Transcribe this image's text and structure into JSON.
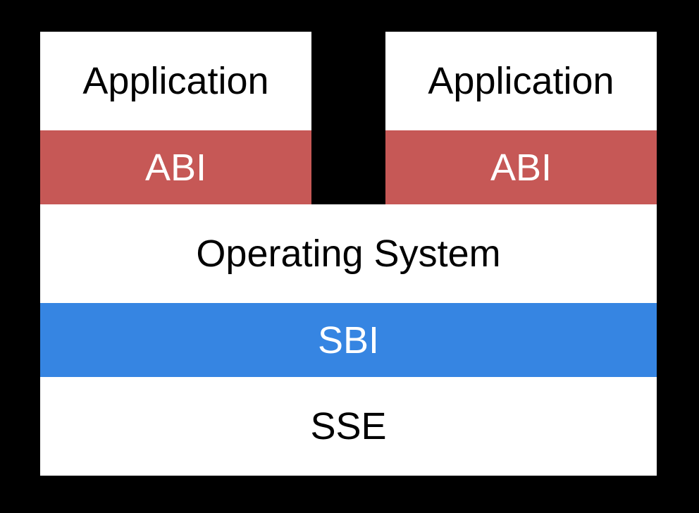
{
  "layers": {
    "application_left": "Application",
    "abi_left": "ABI",
    "application_right": "Application",
    "abi_right": "ABI",
    "operating_system": "Operating System",
    "sbi": "SBI",
    "sse": "SSE"
  },
  "colors": {
    "background": "#000000",
    "layer": "#ffffff",
    "abi": "#c65856",
    "sbi": "#3685e2"
  }
}
